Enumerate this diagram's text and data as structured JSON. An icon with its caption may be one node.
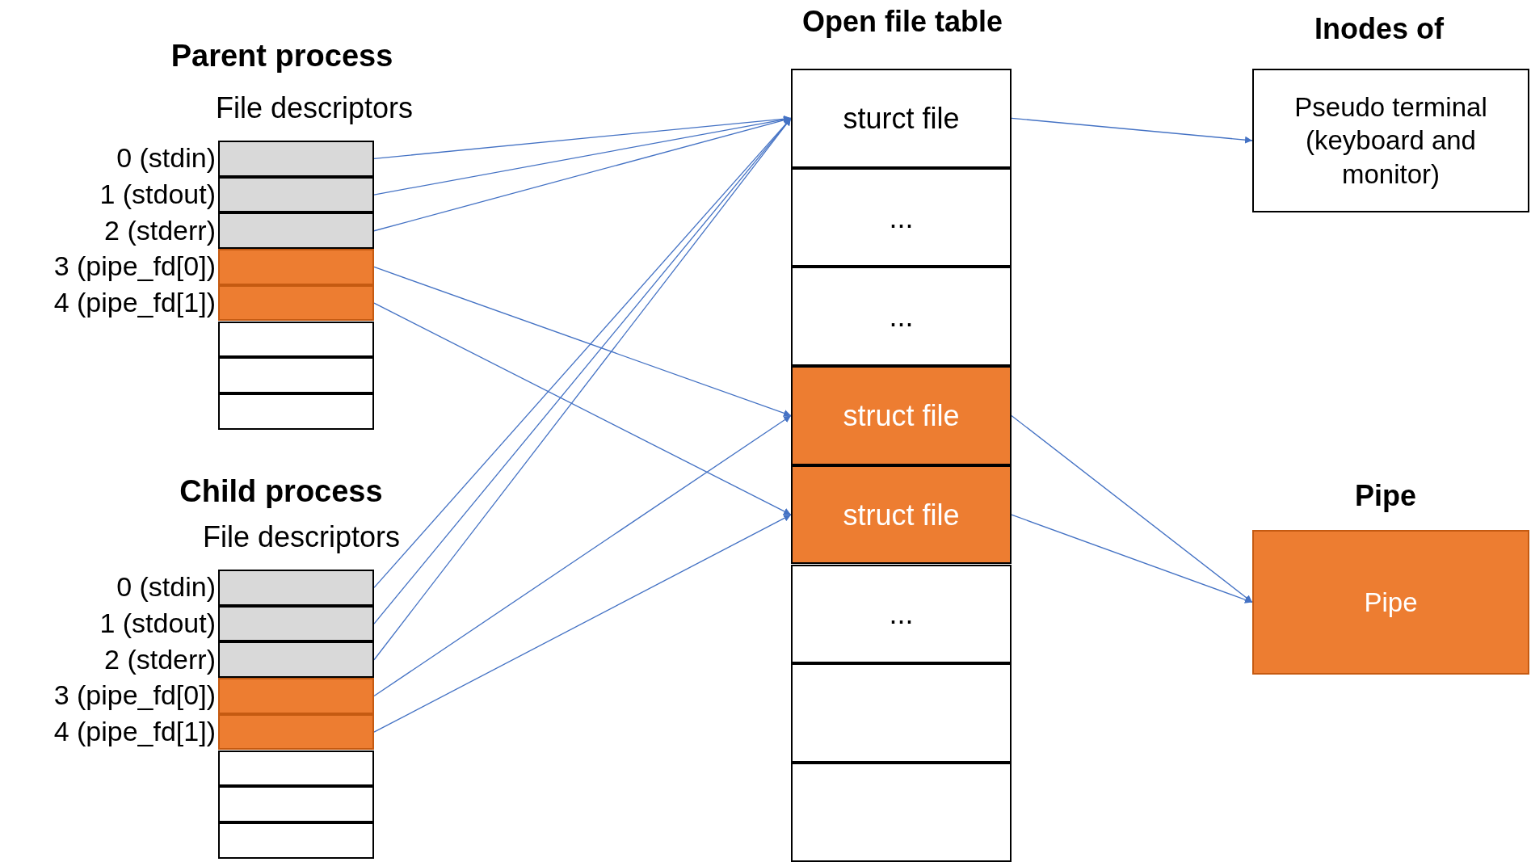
{
  "diagram": {
    "nodes": [
      {
        "text": [],
        "shape": "box",
        "beside": [
          "0 (stdin)"
        ]
      },
      {
        "text": [],
        "shape": "box",
        "beside": [
          "1 (stdout)"
        ]
      },
      {
        "text": [],
        "shape": "box",
        "beside": [
          "2 (stderr)"
        ]
      },
      {
        "text": [],
        "shape": "box",
        "beside": [
          "3 (pipe_fd[0])"
        ]
      },
      {
        "text": [],
        "shape": "box",
        "beside": [
          "4 (pipe_fd[1])"
        ]
      },
      {
        "text": [],
        "shape": "box"
      },
      {
        "text": [],
        "shape": "box"
      },
      {
        "text": [],
        "shape": "box"
      },
      {
        "text": [],
        "shape": "box",
        "beside": [
          "0 (stdin)"
        ]
      },
      {
        "text": [],
        "shape": "box",
        "beside": [
          "1 (stdout)"
        ]
      },
      {
        "text": [],
        "shape": "box",
        "beside": [
          "2 (stderr)"
        ]
      },
      {
        "text": [],
        "shape": "box",
        "beside": [
          "3 (pipe_fd[0])"
        ]
      },
      {
        "text": [],
        "shape": "box",
        "beside": [
          "4 (pipe_fd[1])"
        ]
      },
      {
        "text": [],
        "shape": "box"
      },
      {
        "text": [],
        "shape": "box"
      },
      {
        "text": [],
        "shape": "box"
      },
      {
        "text": [
          "sturct file"
        ]
      },
      {
        "text": [
          "..."
        ]
      },
      {
        "text": [
          "..."
        ]
      },
      {
        "text": [
          "struct file"
        ]
      },
      {
        "text": [
          "struct file"
        ]
      },
      {
        "text": [
          "..."
        ]
      },
      {
        "text": [],
        "shape": "box"
      },
      {
        "text": [],
        "shape": "box"
      },
      {
        "text": [
          "Pseudo terminal (keyboard and monitor)"
        ]
      },
      {
        "text": [
          "Pipe"
        ]
      }
    ],
    "edges": [
      {
        "from": 0,
        "to": 16,
        "arrow": "to"
      },
      {
        "from": 1,
        "to": 16,
        "arrow": "to"
      },
      {
        "from": 2,
        "to": 16,
        "arrow": "to"
      },
      {
        "from": 3,
        "to": 19,
        "arrow": "to"
      },
      {
        "from": 4,
        "to": 20,
        "arrow": "to"
      },
      {
        "from": 8,
        "to": 16,
        "arrow": "to"
      },
      {
        "from": 9,
        "to": 16,
        "arrow": "to"
      },
      {
        "from": 10,
        "to": 16,
        "arrow": "to"
      },
      {
        "from": 11,
        "to": 19,
        "arrow": "to"
      },
      {
        "from": 12,
        "to": 20,
        "arrow": "to"
      },
      {
        "from": 16,
        "to": 24,
        "arrow": "to"
      },
      {
        "from": 19,
        "to": 25,
        "arrow": "to"
      },
      {
        "from": 20,
        "to": 25,
        "arrow": "to"
      }
    ],
    "labels": [
      "Parent process",
      "File descriptors",
      "Child process",
      "File descriptors",
      "Open file table",
      "Inodes of",
      "Pipe"
    ]
  }
}
